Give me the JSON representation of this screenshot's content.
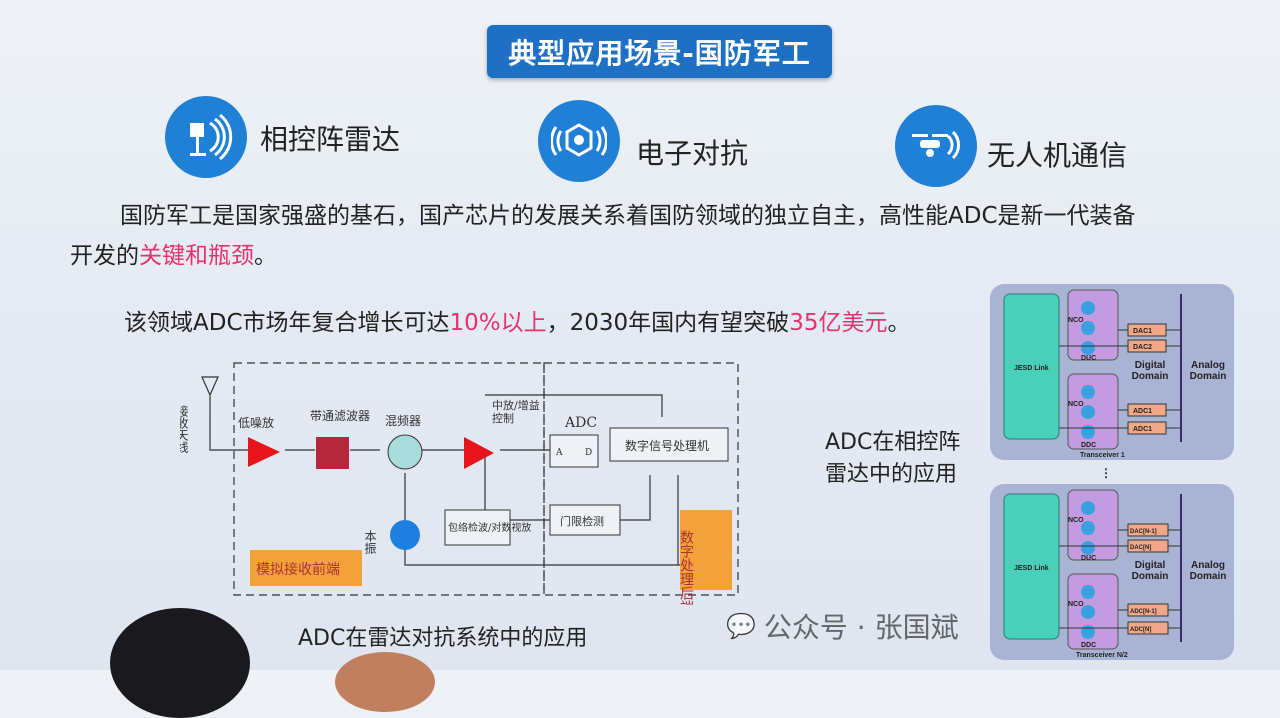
{
  "title": "典型应用场景-国防军工",
  "categories": [
    {
      "label": "相控阵雷达",
      "icon": "radar-icon"
    },
    {
      "label": "电子对抗",
      "icon": "shield-icon"
    },
    {
      "label": "无人机通信",
      "icon": "drone-icon"
    }
  ],
  "paragraph1": {
    "text": "国防军工是国家强盛的基石，国产芯片的发展关系着国防领域的独立自主，高性能ADC是新一代装备",
    "line2_prefix": "开发的",
    "highlight": "关键和瓶颈",
    "line2_suffix": "。"
  },
  "paragraph2": {
    "prefix": "该领域ADC市场年复合增长可达",
    "highlight1": "10%以上",
    "middle": "，2030年国内有望突破",
    "highlight2": "35亿美元",
    "suffix": "。"
  },
  "radar_diagram": {
    "antenna": "接收天线",
    "lna": "低噪放",
    "bpf": "带通滤波器",
    "mixer": "混频器",
    "if_agc": "中放/增益控制",
    "adc": "ADC",
    "a": "A",
    "d": "D",
    "dsp": "数字信号处理机",
    "lo": "本振",
    "env": "包络检波/对数视放",
    "threshold": "门限检测",
    "front_end": "模拟接收前端",
    "back_end": "数字处理后端",
    "caption": "ADC在雷达对抗系统中的应用"
  },
  "phased_caption": "ADC在相控阵雷达中的应用",
  "transceiver_diagram": {
    "jesd": "JESD Link",
    "nco": "NCO",
    "duc": "DUC",
    "ddc": "DDC",
    "digital": "Digital Domain",
    "analog": "Analog Domain",
    "t1": {
      "dacs": [
        "DAC1",
        "DAC2"
      ],
      "adcs": [
        "ADC1",
        "ADC1"
      ],
      "label": "Transceiver 1"
    },
    "t2": {
      "dacs": [
        "DAC[N-1]",
        "DAC[N]"
      ],
      "adcs": [
        "ADC[N-1]",
        "ADC[N]"
      ],
      "label": "Transceiver N/2"
    }
  },
  "watermark": "公众号 · 张国斌"
}
